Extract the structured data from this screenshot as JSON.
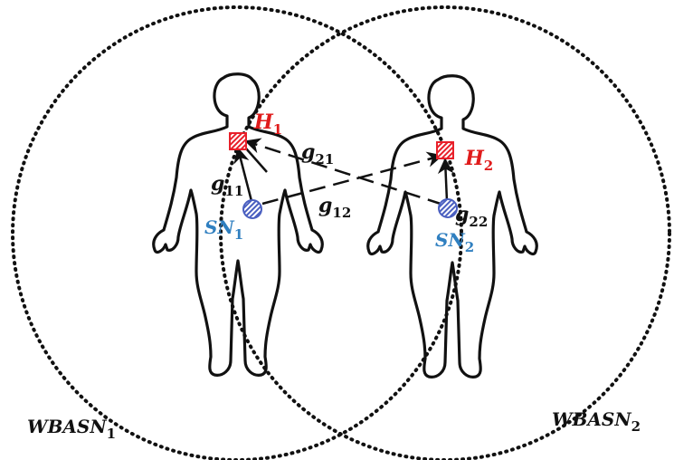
{
  "colors": {
    "hub": "#e8202a",
    "sensor": "#4a5fc0",
    "sensor_label": "#2f7fc0",
    "hub_label": "#e01b1b",
    "line": "#111111"
  },
  "labels": {
    "h1": {
      "base": "H",
      "sub": "1"
    },
    "h2": {
      "base": "H",
      "sub": "2"
    },
    "sn1": {
      "base": "SN",
      "sub": "1"
    },
    "sn2": {
      "base": "SN",
      "sub": "2"
    },
    "g11": {
      "base": "g",
      "sub": "11"
    },
    "g12": {
      "base": "g",
      "sub": "12"
    },
    "g21": {
      "base": "g",
      "sub": "21"
    },
    "g22": {
      "base": "g",
      "sub": "22"
    },
    "wbasn1": {
      "base": "WBASN",
      "sub": "1"
    },
    "wbasn2": {
      "base": "WBASN",
      "sub": "2"
    }
  },
  "icons": {
    "hub": "hatched-square-icon",
    "sensor": "hatched-circle-icon",
    "body": "human-body-outline-icon"
  }
}
